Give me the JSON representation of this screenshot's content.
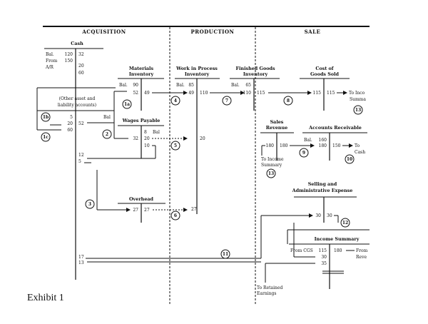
{
  "sections": {
    "acquisition": "ACQUISITION",
    "production": "PRODUCTION",
    "sale": "SALE"
  },
  "accounts": {
    "cash": "Cash",
    "materials_1": "Materials",
    "materials_2": "Inventory",
    "wip_1": "Work in Process",
    "wip_2": "Inventory",
    "finished_1": "Finished Goods",
    "finished_2": "Inventory",
    "cogs_1": "Cost of",
    "cogs_2": "Goods Sold",
    "other_1": "(Other asset and",
    "other_2": "liability accounts)",
    "wages": "Wages Payable",
    "sales_1": "Sales",
    "sales_2": "Revenue",
    "ar": "Accounts Receivable",
    "overhead": "Overhead",
    "sga_1": "Selling and",
    "sga_2": "Administrative Expense",
    "income": "Income Summary"
  },
  "labels": {
    "bal": "Bal.",
    "bal2": "Bal",
    "from": "From",
    "ar_short": "A/R",
    "to_income_1": "To Inco",
    "to_income_2": "Summa",
    "to_income_summary_1": "To Income",
    "to_income_summary_2": "Summary",
    "to_cash_1": "To",
    "to_cash_2": "Cash",
    "from_cgs": "From CGS",
    "from_rev_1": "From",
    "from_rev_2": "Reve",
    "to_retained_1": "To Retained",
    "to_retained_2": "Earnings"
  },
  "numbers": {
    "cash_bal": "120",
    "cash_from_ar": "150",
    "cash_32": "32",
    "cash_20": "20",
    "cash_60": "60",
    "mat_bal": "90",
    "mat_52": "52",
    "mat_49": "49",
    "wip_bal": "85",
    "wip_49": "49",
    "wip_110": "110",
    "fg_bal": "65",
    "fg_110": "110",
    "fg_115": "115",
    "cogs_115": "115",
    "cogs_115b": "115",
    "other_5": "5",
    "other_20": "20",
    "other_52": "52",
    "other_60": "60",
    "wages_8": "8",
    "wages_32": "32",
    "wages_20": "20",
    "wages_10": "10",
    "wip_20": "20",
    "sales_180": "180",
    "sales_180b": "180",
    "ar_bal": "160",
    "ar_180": "180",
    "ar_150": "150",
    "cash_12": "12",
    "cash_5": "5",
    "oh_27": "27",
    "oh_27b": "27",
    "wip_27": "27",
    "sga_30": "30",
    "sga_30b": "30",
    "is_115": "115",
    "is_180": "180",
    "is_30": "30",
    "is_35": "35",
    "cash_17": "17",
    "cash_13": "13"
  },
  "circles": {
    "c1a": "1a",
    "c1b": "1b",
    "c1c": "1c",
    "c2": "2",
    "c3": "3",
    "c4": "4",
    "c5": "5",
    "c6": "6",
    "c7": "7",
    "c8": "8",
    "c9": "9",
    "c10": "10",
    "c11": "11",
    "c12": "12",
    "c13a": "13",
    "c13b": "13"
  },
  "caption": "Exhibit 1"
}
